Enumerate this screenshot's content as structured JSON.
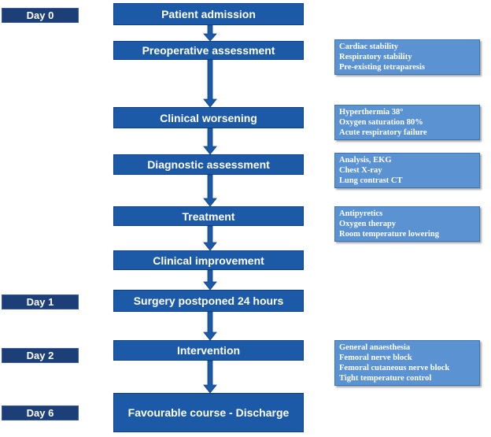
{
  "days": [
    {
      "label": "Day 0"
    },
    {
      "label": "Day 1"
    },
    {
      "label": "Day 2"
    },
    {
      "label": "Day 6"
    }
  ],
  "steps": [
    {
      "label": "Patient admission"
    },
    {
      "label": "Preoperative assessment"
    },
    {
      "label": "Clinical worsening"
    },
    {
      "label": "Diagnostic assessment"
    },
    {
      "label": "Treatment"
    },
    {
      "label": "Clinical improvement"
    },
    {
      "label": "Surgery postponed 24 hours"
    },
    {
      "label": "Intervention"
    },
    {
      "label": "Favourable course - Discharge"
    }
  ],
  "notes": [
    {
      "lines": [
        "Cardiac stability",
        "Respiratory stability",
        "Pre-existing tetraparesis"
      ]
    },
    {
      "lines": [
        "Hyperthermia 38°",
        "Oxygen saturation 80%",
        "Acute respiratory failure"
      ]
    },
    {
      "lines": [
        "Analysis, EKG",
        "Chest X-ray",
        "Lung contrast CT"
      ]
    },
    {
      "lines": [
        "Antipyretics",
        "Oxygen therapy",
        "Room temperature lowering"
      ]
    },
    {
      "lines": [
        "General anaesthesia",
        "Femoral nerve block",
        "Femoral cutaneous nerve block",
        "Tight temperature control"
      ]
    }
  ],
  "colors": {
    "step_fill": "#1c5aa8",
    "day_fill": "#1d3f78",
    "note_fill": "#5b93d2",
    "arrow_fill": "#1c5aa8"
  }
}
